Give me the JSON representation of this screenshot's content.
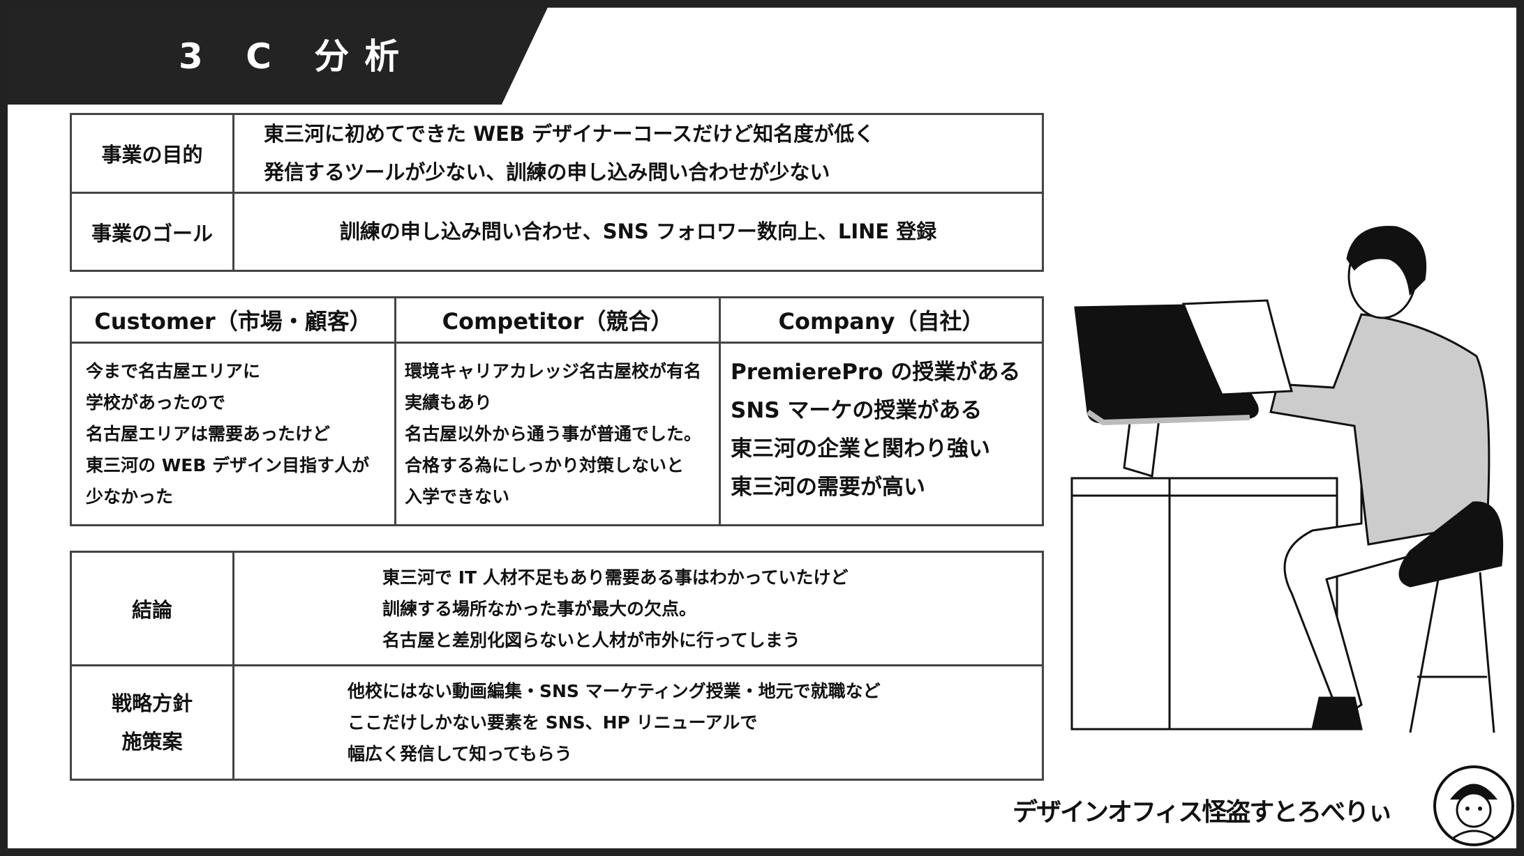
{
  "header": {
    "title": "3 C 分析"
  },
  "purpose": {
    "label": "事業の目的",
    "lines": [
      "東三河に初めてできた WEB デザイナーコースだけど知名度が低く",
      "発信するツールが少ない、訓練の申し込み問い合わせが少ない"
    ]
  },
  "goal": {
    "label": "事業のゴール",
    "text": "訓練の申し込み問い合わせ、SNS フォロワー数向上、LINE 登録"
  },
  "three_c": {
    "headers": [
      "Customer（市場・顧客）",
      "Competitor（競合）",
      "Company（自社）"
    ],
    "customer": [
      "今まで名古屋エリアに",
      "学校があったので",
      "名古屋エリアは需要あったけど",
      "東三河の WEB デザイン目指す人が",
      "少なかった"
    ],
    "competitor": [
      "環境キャリアカレッジ名古屋校が有名",
      "実績もあり",
      "名古屋以外から通う事が普通でした。",
      "合格する為にしっかり対策しないと",
      "入学できない"
    ],
    "company": [
      "PremierePro の授業がある",
      "SNS マーケの授業がある",
      "東三河の企業と関わり強い",
      "東三河の需要が高い"
    ]
  },
  "conclusion": {
    "label": "結論",
    "lines": [
      "東三河で IT 人材不足もあり需要ある事はわかっていたけど",
      "訓練する場所なかった事が最大の欠点。",
      "名古屋と差別化図らないと人材が市外に行ってしまう"
    ]
  },
  "strategy": {
    "label_lines": [
      "戦略方針",
      "施策案"
    ],
    "lines": [
      "他校にはない動画編集・SNS マーケティング授業・地元で就職など",
      "ここだけしかない要素を SNS、HP リニューアルで",
      "幅広く発信して知ってもらう"
    ]
  },
  "footer": {
    "logo_text": "デザインオフィス怪盗すとろべりぃ"
  },
  "colors": {
    "header_bg": "#232323",
    "accent_strawberry": "#e03a3a"
  }
}
